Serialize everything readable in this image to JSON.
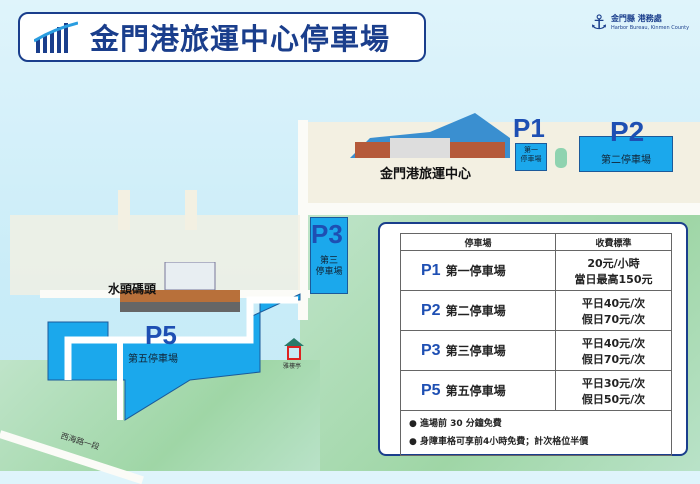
{
  "title": "金門港旅運中心停車場",
  "logo": {
    "name_zh": "金門縣 港務處",
    "name_en": "Harbor Bureau, Kinmen County",
    "icon": "anchor-icon"
  },
  "map": {
    "terminal_label": "金門港旅運中心",
    "pier_label": "水頭碼頭",
    "pavilion_label": "雅樓亭",
    "road_label": "西海路一段",
    "lots": [
      {
        "code": "P1",
        "name": "第一停車場",
        "name_lines": [
          "第一",
          "停車場"
        ]
      },
      {
        "code": "P2",
        "name": "第二停車場"
      },
      {
        "code": "P3",
        "name": "第三停車場",
        "name_lines": [
          "第三",
          "停車場"
        ]
      },
      {
        "code": "P5",
        "name": "第五停車場"
      }
    ]
  },
  "fee_table": {
    "headers": [
      "停車場",
      "收費標準"
    ],
    "rows": [
      {
        "code": "P1",
        "name": "第一停車場",
        "fee": [
          "20元/小時",
          "當日最高150元"
        ]
      },
      {
        "code": "P2",
        "name": "第二停車場",
        "fee": [
          "平日40元/次",
          "假日70元/次"
        ]
      },
      {
        "code": "P3",
        "name": "第三停車場",
        "fee": [
          "平日40元/次",
          "假日70元/次"
        ]
      },
      {
        "code": "P5",
        "name": "第五停車場",
        "fee": [
          "平日30元/次",
          "假日50元/次"
        ]
      }
    ],
    "notes": [
      "進場前 30 分鐘免費",
      "身障車格可享前4小時免費；計次格位半價"
    ]
  },
  "colors": {
    "lot": "#1ba8ec",
    "title": "#1a3e8c",
    "land": "#a6d9ad",
    "sea": "#c9ecf8"
  }
}
